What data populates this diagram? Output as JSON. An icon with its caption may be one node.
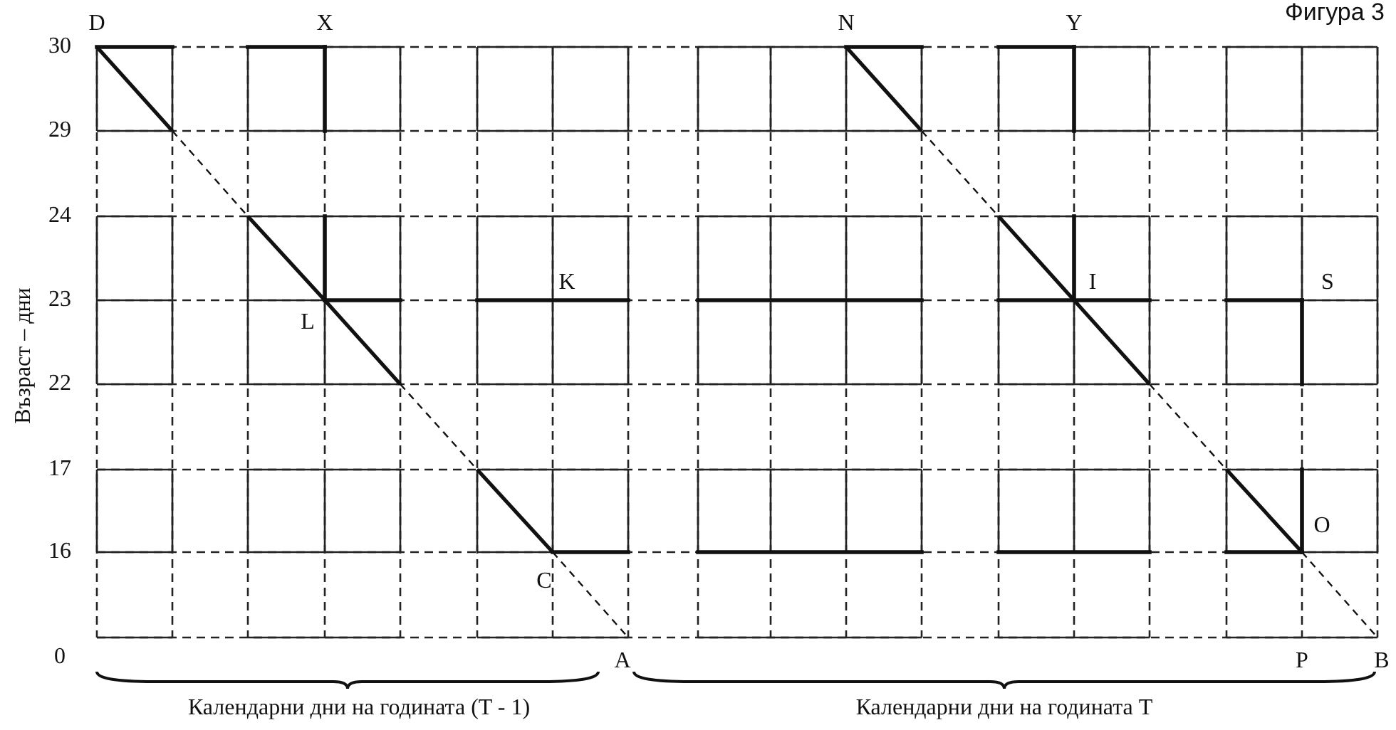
{
  "diagram": {
    "title": "Фигура 3",
    "labels": [
      "D",
      "X",
      "N",
      "Y",
      "30",
      "29",
      "24",
      "K",
      "I",
      "S",
      "23",
      "L",
      "22",
      "17",
      "O",
      "16",
      "C",
      "0",
      "A",
      "P",
      "B",
      "Възраст – дни",
      "Календарни дни на годината (T - 1)",
      "Календарни дни на годината T"
    ]
  }
}
